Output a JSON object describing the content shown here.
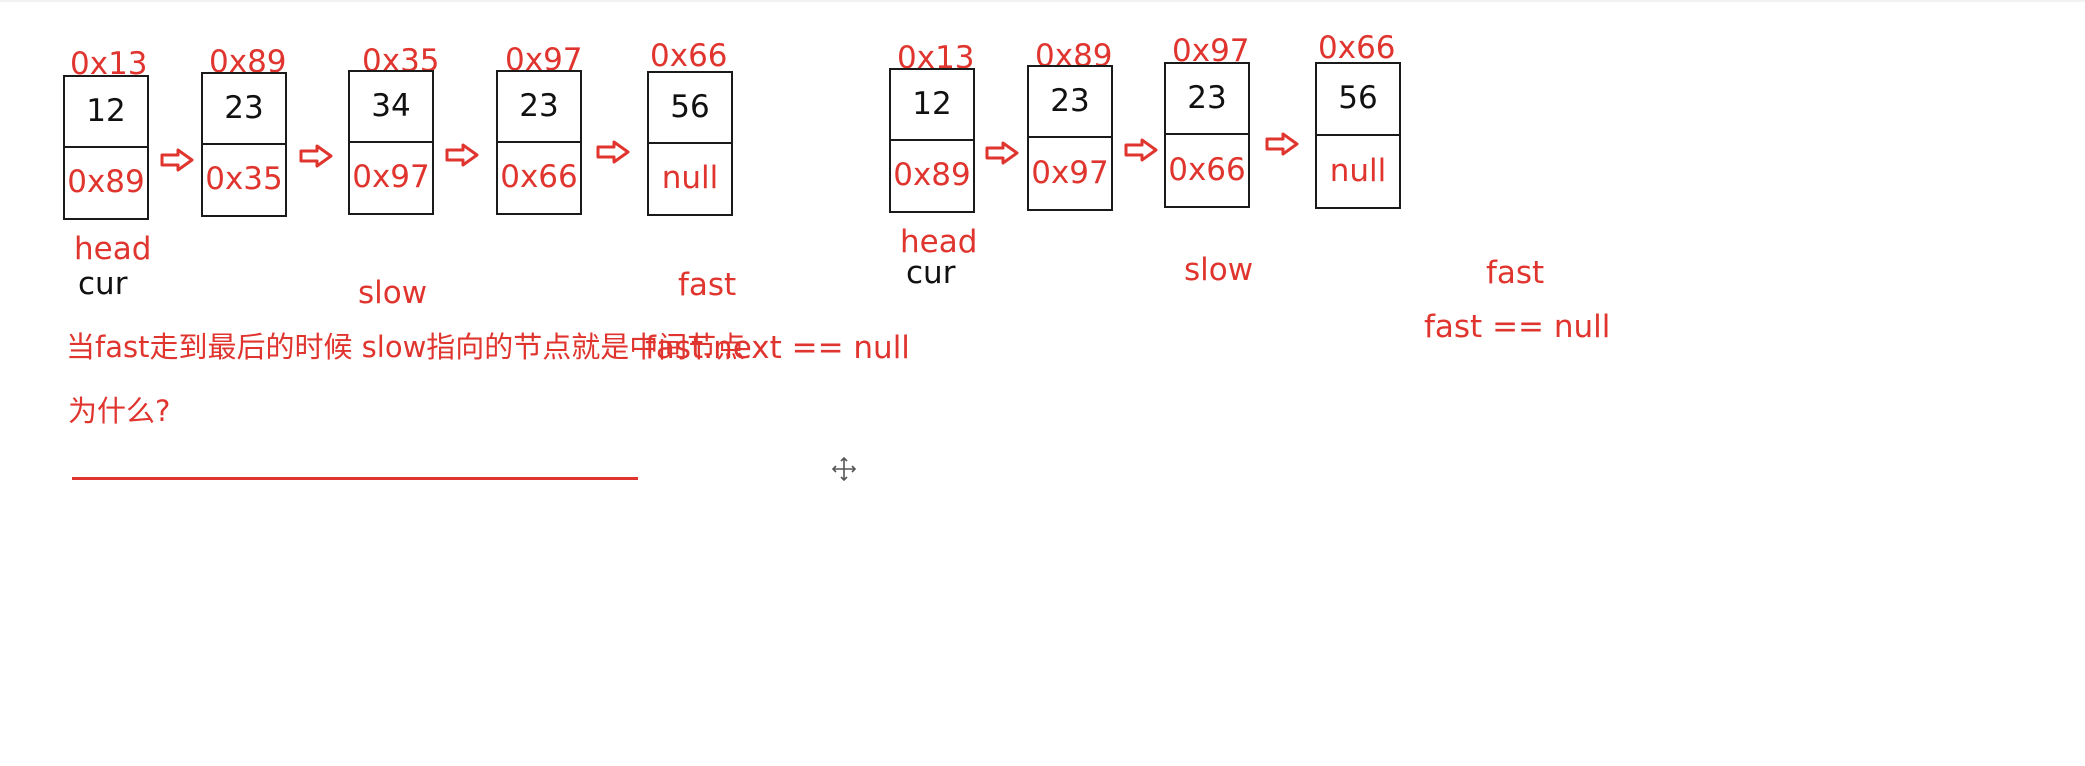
{
  "colors": {
    "accent_red": "#e0352f",
    "ink": "#111111"
  },
  "left_list": {
    "nodes": [
      {
        "addr": "0x13",
        "value": "12",
        "next": "0x89"
      },
      {
        "addr": "0x89",
        "value": "23",
        "next": "0x35"
      },
      {
        "addr": "0x35",
        "value": "34",
        "next": "0x97"
      },
      {
        "addr": "0x97",
        "value": "23",
        "next": "0x66"
      },
      {
        "addr": "0x66",
        "value": "56",
        "next": "null"
      }
    ],
    "labels": {
      "head": "head",
      "cur": "cur",
      "slow": "slow",
      "fast": "fast"
    },
    "condition": "fast.next == null"
  },
  "right_list": {
    "nodes": [
      {
        "addr": "0x13",
        "value": "12",
        "next": "0x89"
      },
      {
        "addr": "0x89",
        "value": "23",
        "next": "0x97"
      },
      {
        "addr": "0x97",
        "value": "23",
        "next": "0x66"
      },
      {
        "addr": "0x66",
        "value": "56",
        "next": "null"
      }
    ],
    "labels": {
      "head": "head",
      "cur": "cur",
      "slow": "slow",
      "fast": "fast"
    },
    "condition": "fast == null"
  },
  "notes": {
    "statement": "当fast走到最后的时候 slow指向的节点就是中间节点",
    "question": "为什么?"
  },
  "icons": {
    "arrow": "hollow-right-arrow-icon",
    "cursor": "move-crosshair-cursor-icon"
  }
}
